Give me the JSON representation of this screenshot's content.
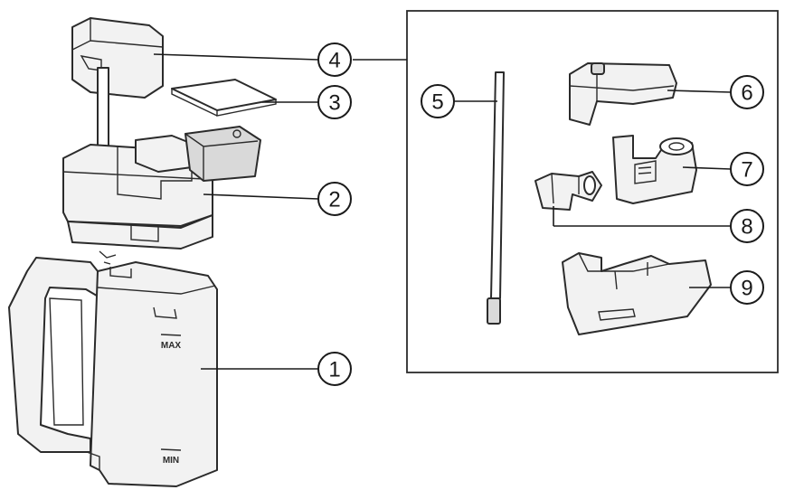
{
  "callouts": {
    "c1": "1",
    "c2": "2",
    "c3": "3",
    "c4": "4",
    "c5": "5",
    "c6": "6",
    "c7": "7",
    "c8": "8",
    "c9": "9"
  },
  "jug_marks": {
    "max": "MAX",
    "min": "MIN"
  }
}
